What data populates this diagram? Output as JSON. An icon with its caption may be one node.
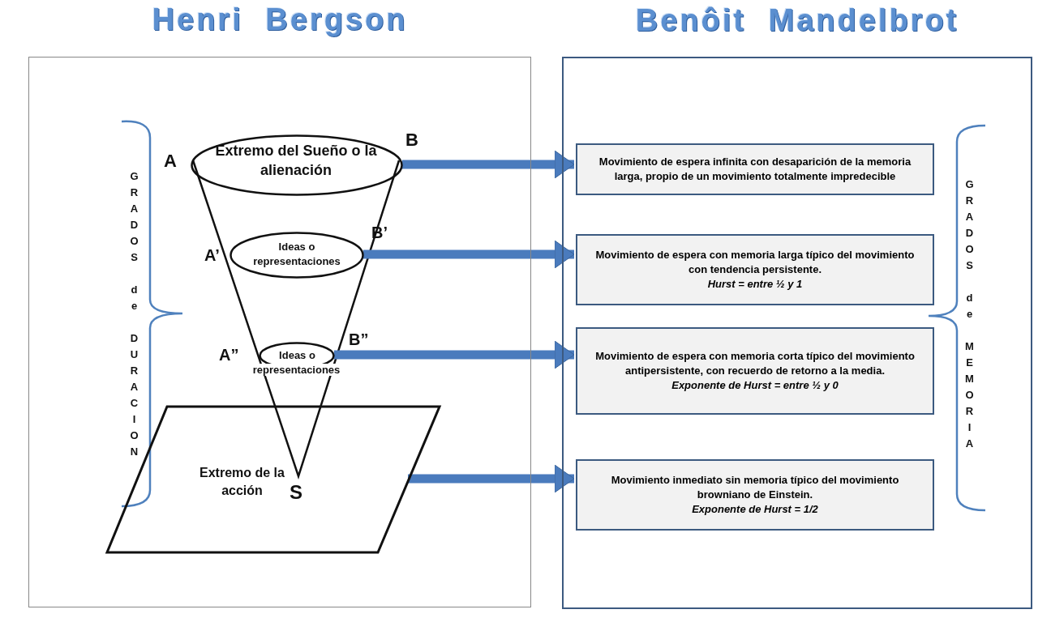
{
  "diagram": {
    "nodes": [
      {
        "text": [
          "Henri Bergson"
        ]
      },
      {
        "text": [
          "Benôit Mandelbrot"
        ]
      },
      {
        "text": [
          "Extremo del Sueño o la alienación"
        ],
        "in": 0
      },
      {
        "text": [
          "Ideas o representaciones"
        ],
        "in": 0
      },
      {
        "text": [
          "Ideas o representaciones"
        ],
        "in": 0
      },
      {
        "text": [
          "Extremo de la acción"
        ],
        "in": 0
      },
      {
        "text": [
          "Movimiento de espera infinita con desaparición de la memoria larga, propio de un movimiento totalmente impredecible"
        ],
        "in": 1
      },
      {
        "text": [
          "Movimiento de espera con memoria larga típico del movimiento con tendencia persistente.",
          "Hurst = entre ½ y 1"
        ],
        "in": 1
      },
      {
        "text": [
          "Movimiento de espera con memoria corta típico del movimiento antipersistente, con recuerdo de retorno a la media.",
          "Exponente de Hurst = entre ½ y 0"
        ],
        "in": 1
      },
      {
        "text": [
          "Movimiento inmediato sin memoria típico del movimiento browniano de Einstein.",
          "Exponente de Hurst = 1/2"
        ],
        "in": 1
      }
    ],
    "edges": [
      {
        "from": 2,
        "to": 6,
        "arrow": "to"
      },
      {
        "from": 3,
        "to": 7,
        "arrow": "to"
      },
      {
        "from": 4,
        "to": 8,
        "arrow": "to"
      },
      {
        "from": 5,
        "to": 9,
        "arrow": "to"
      }
    ],
    "labels": [
      "A",
      "B",
      "GRADOS de DURACION",
      "A’",
      "B’",
      "A”",
      "B”",
      "S",
      "GRADOS de MEMORIA"
    ]
  }
}
